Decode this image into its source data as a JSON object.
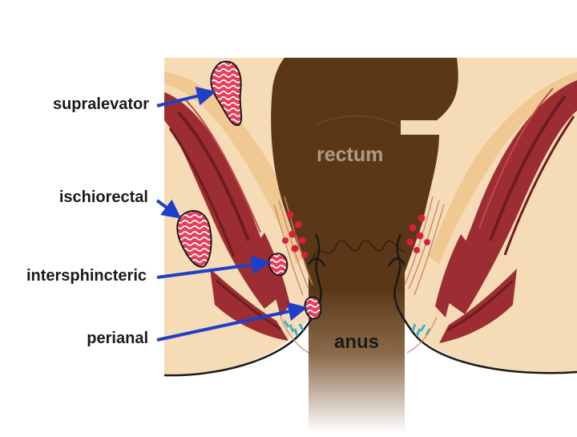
{
  "labels": {
    "supralevator": "supralevator",
    "ischiorectal": "ischiorectal",
    "intersphincteric": "intersphincteric",
    "perianal": "perianal",
    "rectum": "rectum",
    "anus": "anus"
  },
  "colors": {
    "tissue": "#f6dcb6",
    "fat": "#efc892",
    "rectum": "#5a3817",
    "muscle": "#9c2e33",
    "muscle_dark": "#6e1c20",
    "abscess": "#e63f5b",
    "arrow": "#1f3fc8",
    "outline": "#1a1a1a",
    "gland": "#d91e3c",
    "vessel": "#3bb0c9"
  }
}
